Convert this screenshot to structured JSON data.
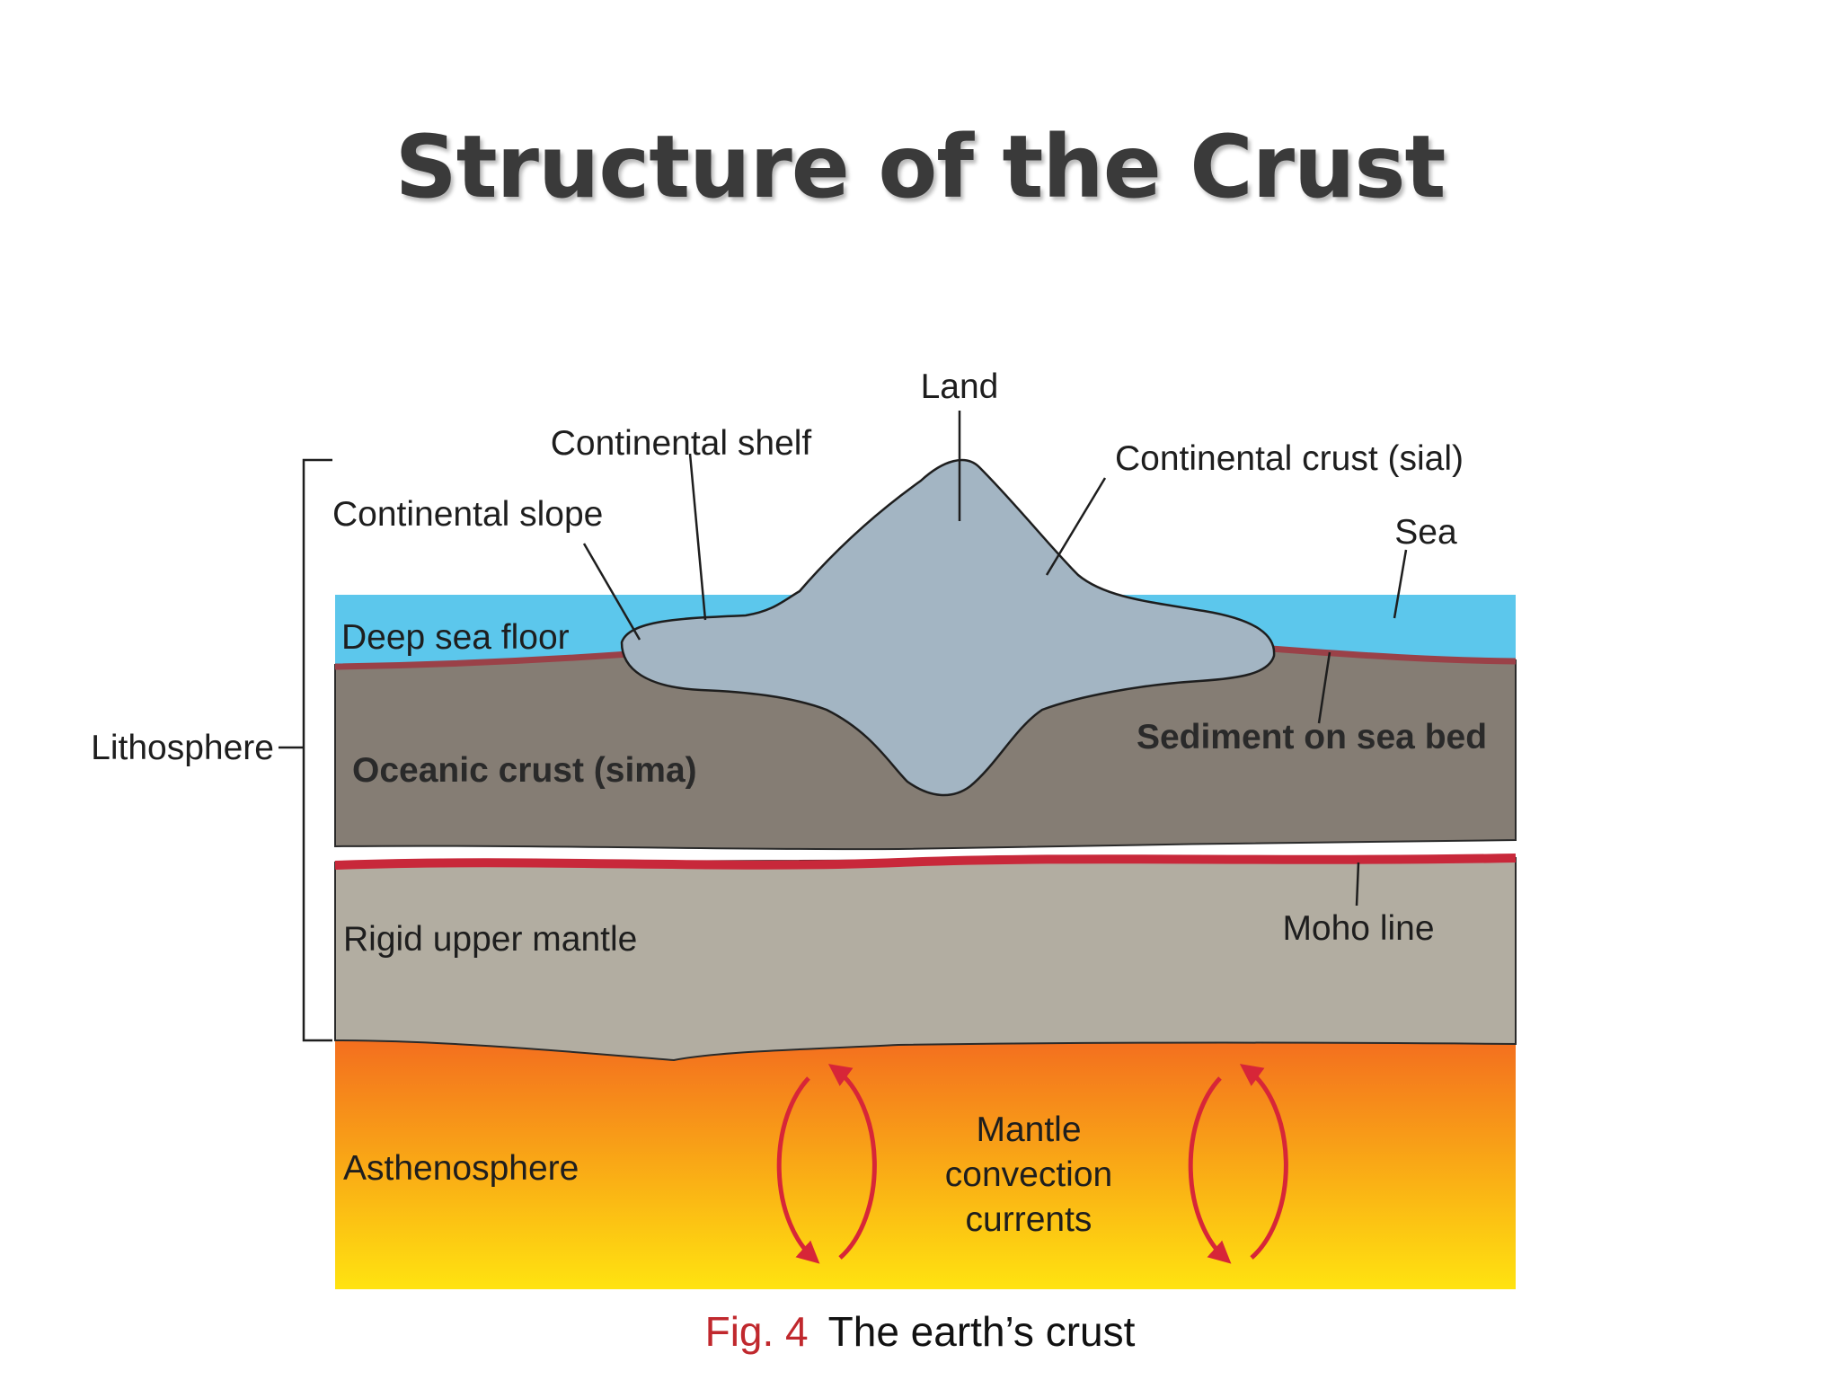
{
  "title": "Structure of the Crust",
  "labels": {
    "land": "Land",
    "continental_shelf": "Continental shelf",
    "continental_crust": "Continental crust (sial)",
    "continental_slope": "Continental slope",
    "sea": "Sea",
    "deep_sea_floor": "Deep sea floor",
    "lithosphere": "Lithosphere",
    "oceanic_crust": "Oceanic crust (sima)",
    "sediment": "Sediment on sea bed",
    "rigid_upper_mantle": "Rigid upper mantle",
    "moho_line": "Moho line",
    "asthenosphere": "Asthenosphere",
    "mantle_convection": [
      "Mantle",
      "convection",
      "currents"
    ]
  },
  "caption": {
    "fig_number": "Fig. 4",
    "text": "The earth’s crust"
  },
  "colors": {
    "sea": "#5cc7ec",
    "continental_crust": "#a3b5c3",
    "oceanic_crust": "#857d74",
    "upper_mantle": "#b2ada1",
    "moho": "#c8283a",
    "sediment": "#9a4148",
    "asthenosphere_top": "#f36b1f",
    "asthenosphere_bottom": "#ffe310",
    "arrows": "#d72638",
    "caption_fig": "#c0282d"
  }
}
